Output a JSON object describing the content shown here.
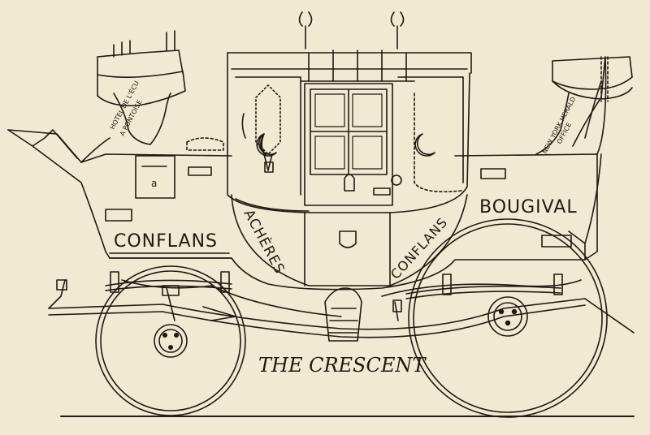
{
  "coach": {
    "labels": {
      "conflans_body": "CONFLANS",
      "bougival": "BOUGIVAL",
      "acheres": "ACHÈRES",
      "conflans_panel": "CONFLANS",
      "the_crescent": "THE CRESCENT",
      "hotel_line1": "HOTEL DE L'ÉCU",
      "hotel_line2": "A PONTOISE",
      "nyh_line1": "NEW YORK HERALD",
      "nyh_line2": "OFFICE",
      "box_letter": "a"
    }
  },
  "colors": {
    "paper": "#f1e9d2",
    "ink": "#1e1a14"
  }
}
